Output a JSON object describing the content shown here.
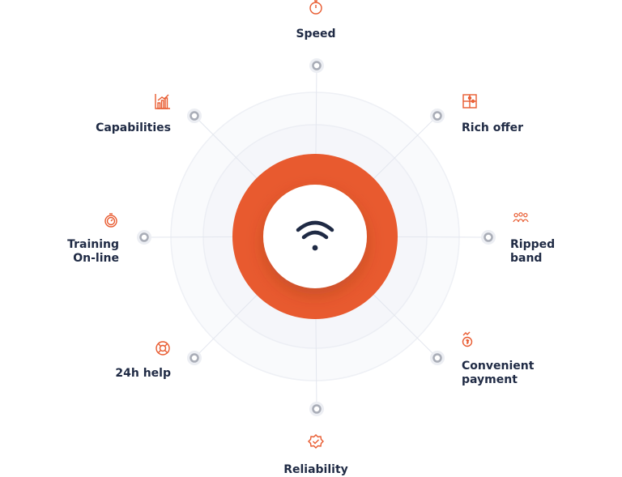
{
  "colors": {
    "accent": "#e85a2f",
    "text": "#1f2a44",
    "line": "#e3e6ee",
    "node": "#a9adb7"
  },
  "center": {
    "icon": "wifi-icon"
  },
  "features": [
    {
      "id": "speed",
      "label": "Speed",
      "icon": "stopwatch-icon"
    },
    {
      "id": "rich-offer",
      "label": "Rich offer",
      "icon": "puzzle-icon"
    },
    {
      "id": "ripped-band",
      "label": "Ripped\nband",
      "icon": "people-group-icon"
    },
    {
      "id": "payment",
      "label": "Convenient\npayment",
      "icon": "money-growth-icon"
    },
    {
      "id": "reliability",
      "label": "Reliability",
      "icon": "badge-check-icon"
    },
    {
      "id": "help",
      "label": "24h help",
      "icon": "lifebuoy-icon"
    },
    {
      "id": "training",
      "label": "Training\nOn-line",
      "icon": "timer-icon"
    },
    {
      "id": "capabilities",
      "label": "Capabilities",
      "icon": "bar-chart-icon"
    }
  ]
}
